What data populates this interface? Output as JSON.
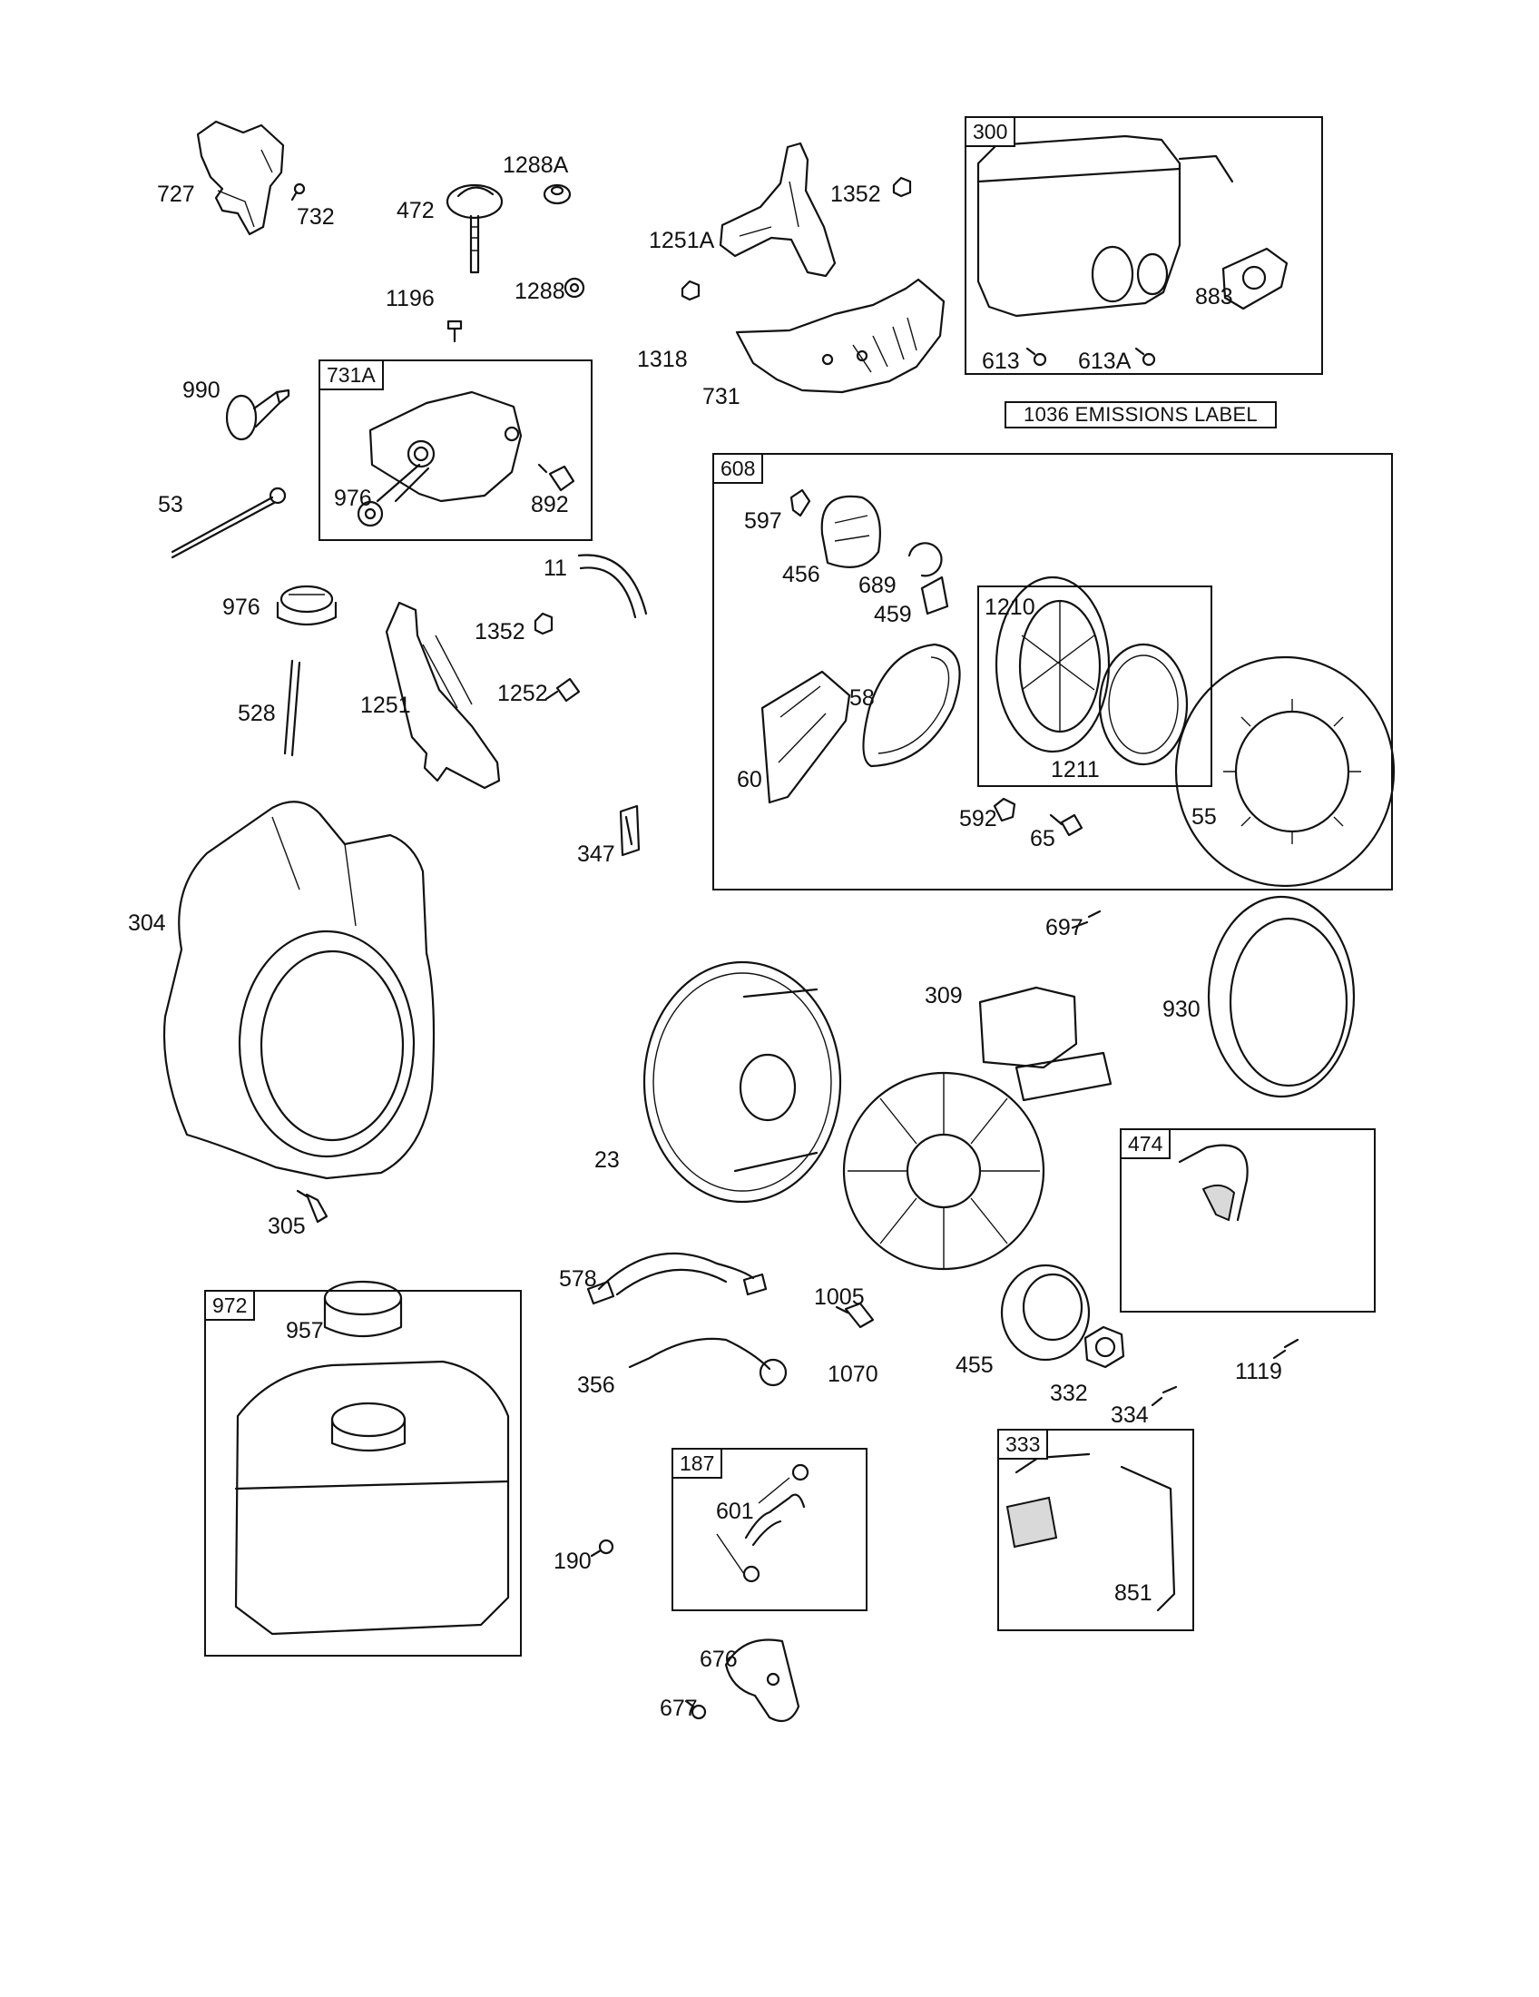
{
  "parts": [
    {
      "id": "p727",
      "text": "727"
    },
    {
      "id": "p732",
      "text": "732"
    },
    {
      "id": "p472",
      "text": "472"
    },
    {
      "id": "p1288a",
      "text": "1288A"
    },
    {
      "id": "p1288",
      "text": "1288"
    },
    {
      "id": "p1196",
      "text": "1196"
    },
    {
      "id": "p1251a",
      "text": "1251A"
    },
    {
      "id": "p1352a",
      "text": "1352"
    },
    {
      "id": "p1318",
      "text": "1318"
    },
    {
      "id": "p731",
      "text": "731"
    },
    {
      "id": "p990",
      "text": "990"
    },
    {
      "id": "p976a",
      "text": "976"
    },
    {
      "id": "p892",
      "text": "892"
    },
    {
      "id": "p53",
      "text": "53"
    },
    {
      "id": "p11",
      "text": "11"
    },
    {
      "id": "p976b",
      "text": "976"
    },
    {
      "id": "p1352b",
      "text": "1352"
    },
    {
      "id": "p1252",
      "text": "1252"
    },
    {
      "id": "p528",
      "text": "528"
    },
    {
      "id": "p1251",
      "text": "1251"
    },
    {
      "id": "p347",
      "text": "347"
    },
    {
      "id": "p613",
      "text": "613"
    },
    {
      "id": "p613a",
      "text": "613A"
    },
    {
      "id": "p883",
      "text": "883"
    },
    {
      "id": "p597",
      "text": "597"
    },
    {
      "id": "p456",
      "text": "456"
    },
    {
      "id": "p689",
      "text": "689"
    },
    {
      "id": "p459",
      "text": "459"
    },
    {
      "id": "p58",
      "text": "58"
    },
    {
      "id": "p60",
      "text": "60"
    },
    {
      "id": "p1211",
      "text": "1211"
    },
    {
      "id": "p592",
      "text": "592"
    },
    {
      "id": "p65",
      "text": "65"
    },
    {
      "id": "p55",
      "text": "55"
    },
    {
      "id": "p304",
      "text": "304"
    },
    {
      "id": "p697",
      "text": "697"
    },
    {
      "id": "p309",
      "text": "309"
    },
    {
      "id": "p930",
      "text": "930"
    },
    {
      "id": "p23",
      "text": "23"
    },
    {
      "id": "p305",
      "text": "305"
    },
    {
      "id": "p578",
      "text": "578"
    },
    {
      "id": "p1005",
      "text": "1005"
    },
    {
      "id": "p957",
      "text": "957"
    },
    {
      "id": "p1070",
      "text": "1070"
    },
    {
      "id": "p455",
      "text": "455"
    },
    {
      "id": "p356",
      "text": "356"
    },
    {
      "id": "p332",
      "text": "332"
    },
    {
      "id": "p334",
      "text": "334"
    },
    {
      "id": "p1119",
      "text": "1119"
    },
    {
      "id": "p601",
      "text": "601"
    },
    {
      "id": "p190",
      "text": "190"
    },
    {
      "id": "p851",
      "text": "851"
    },
    {
      "id": "p676",
      "text": "676"
    },
    {
      "id": "p677",
      "text": "677"
    }
  ],
  "boxes": [
    {
      "id": "b300",
      "tag": "300"
    },
    {
      "id": "b731a",
      "tag": "731A"
    },
    {
      "id": "b608",
      "tag": "608"
    },
    {
      "id": "b1210",
      "tag": "1210"
    },
    {
      "id": "b474",
      "tag": "474"
    },
    {
      "id": "b972",
      "tag": "972"
    },
    {
      "id": "b187",
      "tag": "187"
    },
    {
      "id": "b333",
      "tag": "333"
    }
  ],
  "emissions_label": "1036 EMISSIONS LABEL"
}
